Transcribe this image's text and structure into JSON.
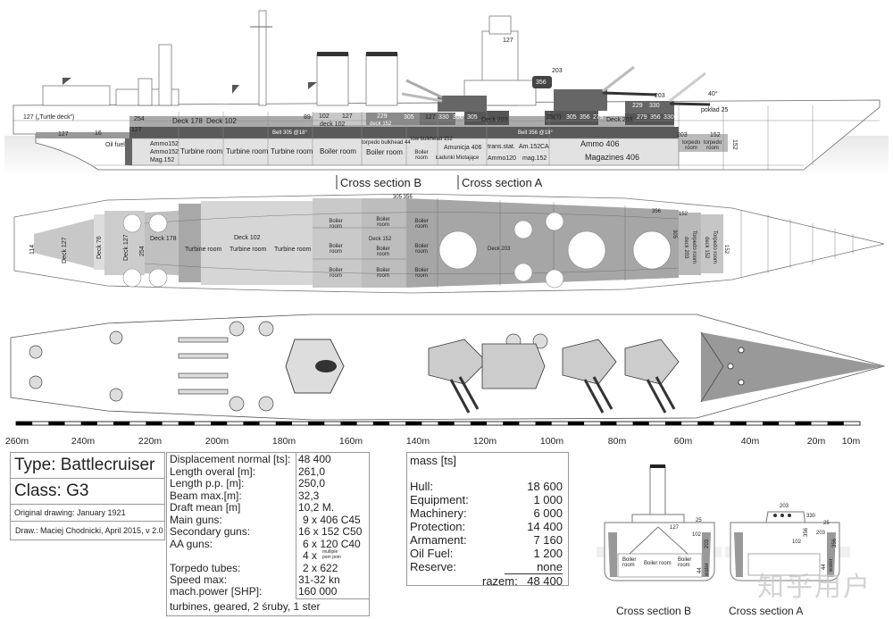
{
  "side_profile": {
    "labels": [
      "127 („Turtle deck”)",
      "254",
      "Deck 178",
      "Deck 102",
      "127",
      "127",
      "16",
      "Oil fuel",
      "Ammo152",
      "Ammo152",
      "Mag.152",
      "Turbine room",
      "Turbine room",
      "Turbine room",
      "Boiler room",
      "torpedo bulkhead 44",
      "Boiler room",
      "low bulkhead 152",
      "Boiler room",
      "Amunicja 406",
      "Ładunki Miotające",
      "trans.stat.",
      "Ammo120",
      "Am.152",
      "CA",
      "mag.152",
      "Ammo 406",
      "Magazines 406",
      "torpedo room",
      "torpedo room",
      "203",
      "152",
      "152",
      "Belt 305 @18°",
      "Belt 356 @18°",
      "102",
      "127",
      "deck 102",
      "229",
      "deck 152",
      "305",
      "127",
      "330",
      "356",
      "305",
      "Deck 203",
      "25(?)",
      "305",
      "356",
      "279",
      "Deck 203",
      "279",
      "356",
      "330",
      "203",
      "229",
      "330",
      "40°",
      "pokład 25",
      "356",
      "203",
      "127",
      "89"
    ]
  },
  "cross_section_markers": {
    "b": "Cross section B",
    "a": "Cross section A"
  },
  "top_view": {
    "labels": [
      "114",
      "Deck 127",
      "Deck 76",
      "Deck 127",
      "254",
      "Deck 178",
      "Turbine room",
      "Deck 102",
      "Turbine room",
      "Turbine room",
      "Boiler room",
      "Boiler room",
      "Boiler room",
      "Deck 152",
      "Boiler room",
      "Boiler room",
      "Boiler room",
      "Boiler room",
      "Boiler room",
      "Boiler room",
      "305 356",
      "Deck 203",
      "356",
      "305",
      "Torpedo room",
      "deck 203",
      "152",
      "Torpedo room",
      "deck 152",
      "152"
    ]
  },
  "scale_bar": {
    "ticks": [
      "260m",
      "240m",
      "220m",
      "200m",
      "180m",
      "160m",
      "140m",
      "120m",
      "100m",
      "80m",
      "60m",
      "40m",
      "20m",
      "10m"
    ]
  },
  "title_block": {
    "type": "Type: Battlecruiser",
    "class": "Class: G3",
    "original": "Original drawing: January 1921",
    "drawn": "Draw.: Maciej Chodnicki, April 2015, v 2.0"
  },
  "specs": [
    {
      "k": "Displacement normal [ts]:",
      "v": "48 400"
    },
    {
      "k": "Length overal [m]:",
      "v": "261,0"
    },
    {
      "k": "Length  p.p. [m]:",
      "v": "250,0"
    },
    {
      "k": "Beam max.[m]:",
      "v": "32,3"
    },
    {
      "k": "Draft mean [m]",
      "v": "10,2 M."
    },
    {
      "k": "Main guns:",
      "v": "9 x 406 C45"
    },
    {
      "k": "Secondary guns:",
      "v": "16 x 152 C50"
    },
    {
      "k": "AA guns:",
      "v": "6 x 120 C40"
    },
    {
      "k": "",
      "v": "4 x"
    },
    {
      "k": "Torpedo tubes:",
      "v": "2 x 622"
    },
    {
      "k": "Speed max:",
      "v": "31-32 kn"
    },
    {
      "k": "mach.power [SHP]:",
      "v": "160 000"
    }
  ],
  "specs_pompom": "multiple pom pom",
  "specs_footer": "turbines, geared, 2 śruby, 1 ster",
  "mass": {
    "title": "mass [ts]",
    "rows": [
      {
        "k": "Hull:",
        "v": "18 600"
      },
      {
        "k": "Equipment:",
        "v": "1 000"
      },
      {
        "k": "Machinery:",
        "v": "6 000"
      },
      {
        "k": "Protection:",
        "v": "14 400"
      },
      {
        "k": "Armament:",
        "v": "7 160"
      },
      {
        "k": "Oil Fuel:",
        "v": "1 200"
      },
      {
        "k": "Reserve:",
        "v": "none"
      }
    ],
    "total_label": "razem:",
    "total": "48 400"
  },
  "cross_sections": {
    "b": {
      "title": "Cross section B",
      "labels": [
        "25",
        "127",
        "102",
        "203",
        "Boiler room",
        "Boiler room",
        "Boiler room",
        "44",
        "water"
      ]
    },
    "a": {
      "title": "Cross section A",
      "labels": [
        "203",
        "330",
        "25",
        "356",
        "203",
        "102",
        "356",
        "44",
        "water"
      ]
    }
  },
  "watermark": "知乎用户"
}
